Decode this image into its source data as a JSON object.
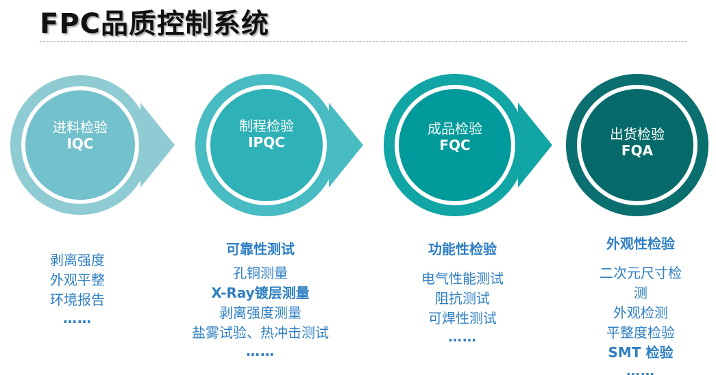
{
  "title": "FPC品质控制系统",
  "colors": {
    "ring1": "#8fcbd3",
    "core1": "#73c1cc",
    "ring2": "#48bcc2",
    "core2": "#2eb1b7",
    "ring3": "#12a5a5",
    "core3": "#019a9b",
    "ring4": "#0c6f6f",
    "core4": "#066a6a",
    "text_blue": "#2f7fc2"
  },
  "stages": [
    {
      "zh": "进料检验",
      "en": "IQC"
    },
    {
      "zh": "制程检验",
      "en": "IPQC"
    },
    {
      "zh": "成品检验",
      "en": "FQC"
    },
    {
      "zh": "出货检验",
      "en": "FQA"
    }
  ],
  "lists": [
    {
      "heading": "",
      "items": [
        "剥离强度",
        "外观平整",
        "环境报告"
      ],
      "more": "……"
    },
    {
      "heading": "可靠性测试",
      "items": [
        "孔铜测量",
        "X-Ray镀层测量",
        "剥离强度测量",
        "盐雾试验、热冲击测试"
      ],
      "more": "……"
    },
    {
      "heading": "功能性检验",
      "items": [
        "电气性能测试",
        "阻抗测试",
        "可焊性测试"
      ],
      "more": "……"
    },
    {
      "heading": "外观性检验",
      "items": [
        "二次元尺寸检",
        "测",
        "外观检测",
        "平整度检验",
        "SMT 检验"
      ],
      "more": "……"
    }
  ]
}
